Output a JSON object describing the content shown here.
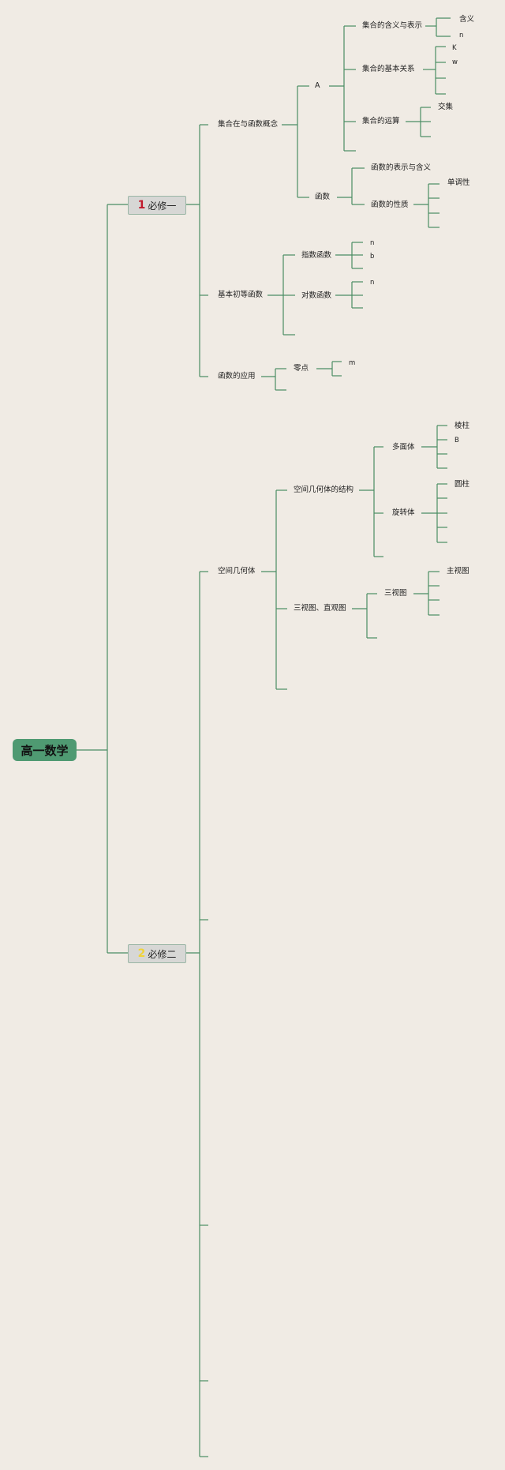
{
  "root": "高一数学",
  "branches": [
    {
      "num": "1",
      "label": "必修一"
    },
    {
      "num": "2",
      "label": "必修二"
    }
  ],
  "nodes": {
    "n1": "集合在与函数概念",
    "n1a": "A",
    "n1a1": "集合的含义与表示",
    "n1a1a": "含义",
    "n1a1b": "n",
    "n1a2": "集合的基本关系",
    "n1a2a": "K",
    "n1a2b": "w",
    "n1a3": "集合的运算",
    "n1a3a": "交集",
    "n1b": "函数",
    "n1b1": "函数的表示与含义",
    "n1b2": "函数的性质",
    "n1b2a": "单调性",
    "n2": "基本初等函数",
    "n2a": "指数函数",
    "n2a1": "n",
    "n2a2": "b",
    "n2b": "对数函数",
    "n2b1": "n",
    "n3": "函数的应用",
    "n3a": "零点",
    "n3a1": "m",
    "n4": "空间几何体",
    "n4a": "空间几何体的结构",
    "n4a1": "多面体",
    "n4a1a": "棱柱",
    "n4a1b": "B",
    "n4a2": "旋转体",
    "n4a2a": "圆柱",
    "n4b": "三视图、直观图",
    "n4b1": "三视图",
    "n4b1a": "主视图"
  },
  "colors": {
    "line": "#4a8d63",
    "root_fill": "#4f9a72",
    "branch_fill": "#d7d7d5",
    "background": "#f0ebe4",
    "num1": "#c0192b",
    "num2": "#f0d33b"
  }
}
